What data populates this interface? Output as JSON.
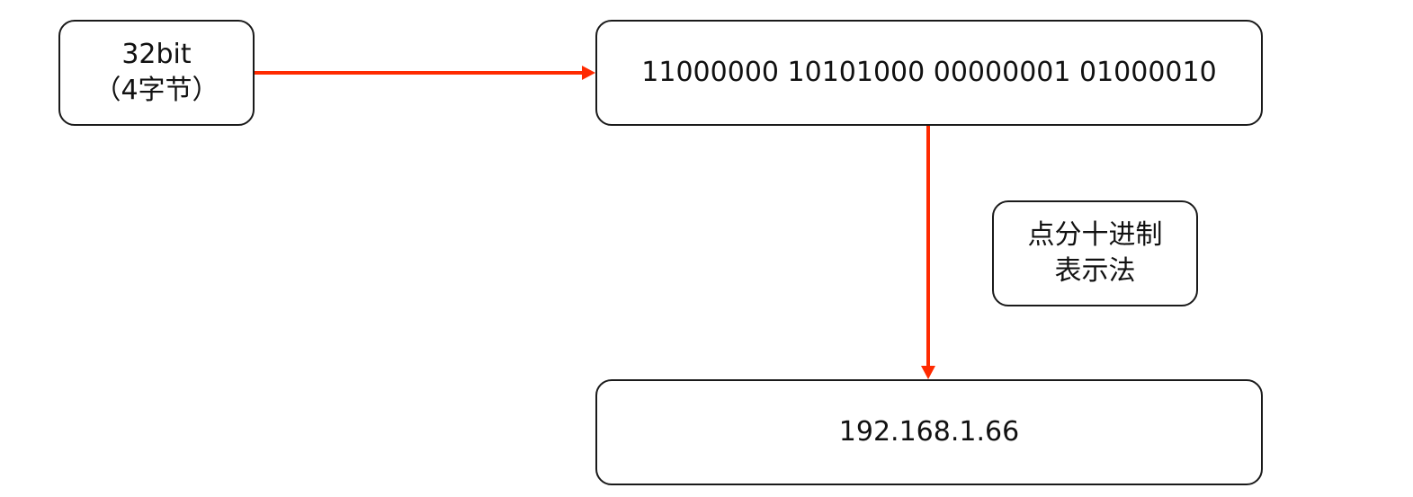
{
  "nodes": {
    "size": {
      "line1": "32bit",
      "line2": "（4字节）"
    },
    "binary": {
      "text": "11000000 10101000 00000001 01000010"
    },
    "method": {
      "line1": "点分十进制",
      "line2": "表示法"
    },
    "dotted": {
      "text": "192.168.1.66"
    }
  },
  "colors": {
    "arrow": "#ff2a00",
    "border": "#1a1a1a"
  }
}
